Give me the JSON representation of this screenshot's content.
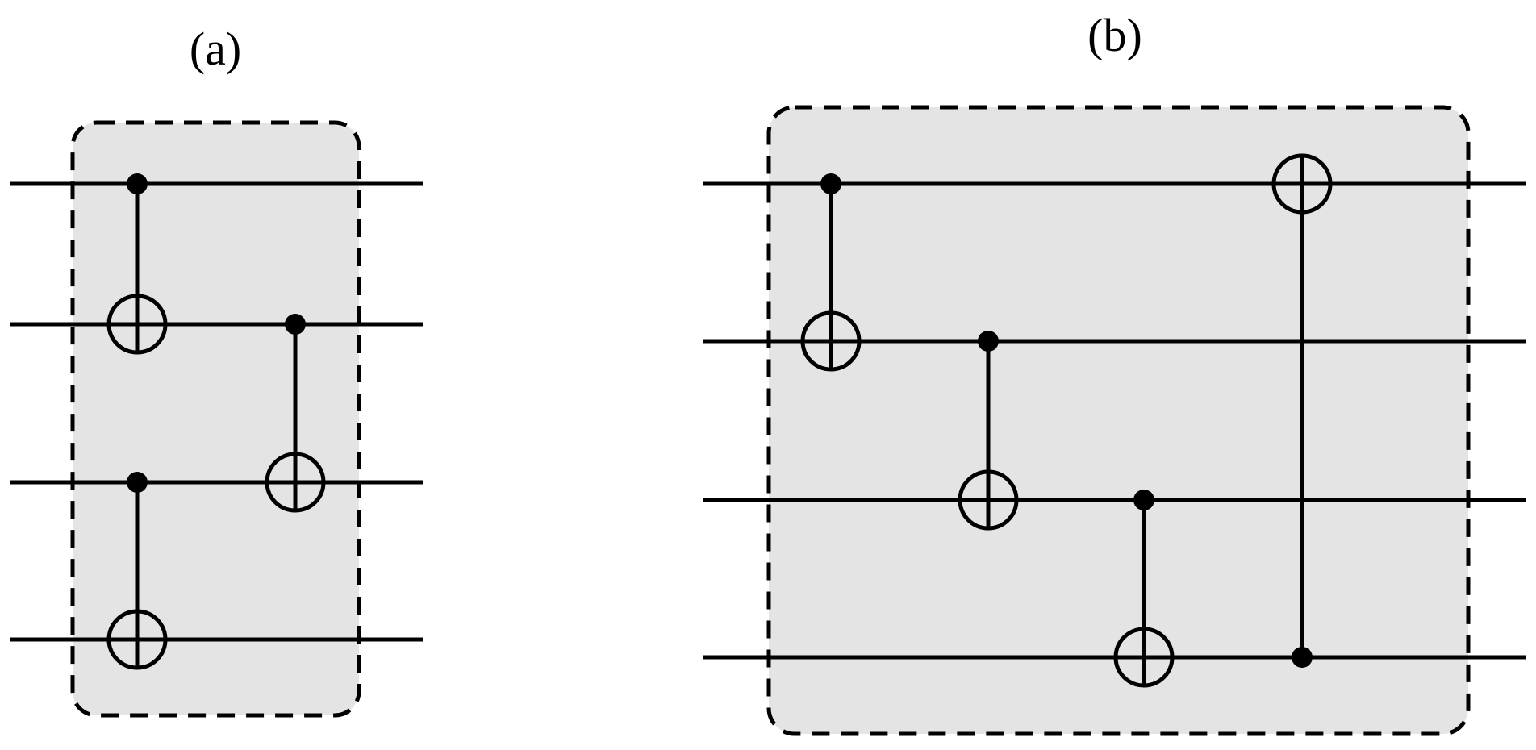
{
  "panels": [
    {
      "label": "(a)",
      "gates": [
        {
          "type": "CNOT",
          "control": 1,
          "target": 2
        },
        {
          "type": "CNOT",
          "control": 3,
          "target": 4
        },
        {
          "type": "CNOT",
          "control": 2,
          "target": 3
        }
      ]
    },
    {
      "label": "(b)",
      "gates": [
        {
          "type": "CNOT",
          "control": 1,
          "target": 2
        },
        {
          "type": "CNOT",
          "control": 2,
          "target": 3
        },
        {
          "type": "CNOT",
          "control": 3,
          "target": 4
        },
        {
          "type": "CNOT",
          "control": 4,
          "target": 1
        }
      ]
    }
  ]
}
